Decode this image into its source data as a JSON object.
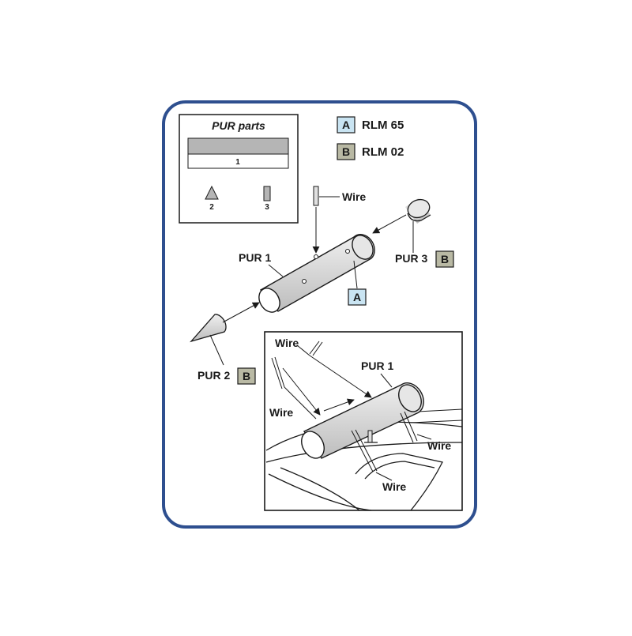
{
  "legend": {
    "title": "PUR parts",
    "items": [
      {
        "code": "A",
        "name": "RLM 65",
        "color": "#c9e4f2"
      },
      {
        "code": "B",
        "name": "RLM 02",
        "color": "#b9b9a4"
      }
    ],
    "parts": [
      "1",
      "2",
      "3"
    ]
  },
  "labels": {
    "pur1": "PUR 1",
    "pur2": "PUR 2",
    "pur3": "PUR 3",
    "wire": "Wire",
    "badge_a": "A",
    "badge_b": "B"
  },
  "colors": {
    "frame": "#2e4f8f",
    "part_fill": "#dcdcdc",
    "rlm65": "#c9e4f2",
    "rlm02": "#b9b9a4"
  }
}
